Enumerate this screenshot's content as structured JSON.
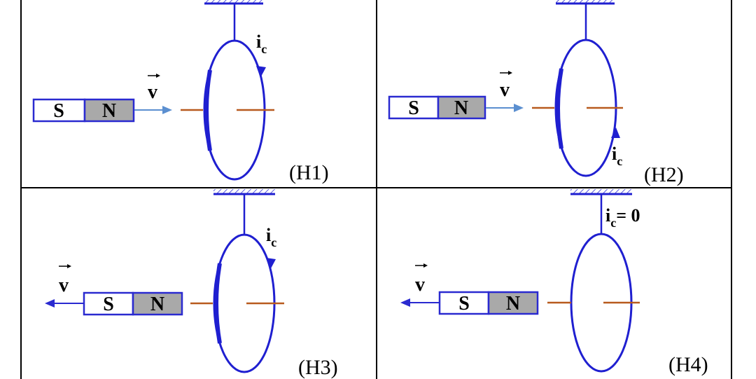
{
  "colors": {
    "ring": "#1f1fd0",
    "magnet_border": "#2a2ad0",
    "magnet_north_fill": "#a9a9a9",
    "magnet_south_fill": "#ffffff",
    "velocity_arrow": "#5b8fd0",
    "velocity_arrow_left": "#2a2ad0",
    "axis": "#b85a1e",
    "grid": "#000000",
    "support": "#1f1fd0"
  },
  "panels": [
    {
      "label": "(H1)",
      "magnet_south": "S",
      "magnet_north": "N",
      "velocity_symbol": "v",
      "velocity_direction": "right",
      "current_main": "i",
      "current_sub": "c",
      "current_suffix": "",
      "current_arrow": "down-right"
    },
    {
      "label": "(H2)",
      "magnet_south": "S",
      "magnet_north": "N",
      "velocity_symbol": "v",
      "velocity_direction": "right",
      "current_main": "i",
      "current_sub": "c",
      "current_suffix": "",
      "current_arrow": "up-right"
    },
    {
      "label": "(H3)",
      "magnet_south": "S",
      "magnet_north": "N",
      "velocity_symbol": "v",
      "velocity_direction": "left",
      "current_main": "i",
      "current_sub": "c",
      "current_suffix": "",
      "current_arrow": "down-right"
    },
    {
      "label": "(H4)",
      "magnet_south": "S",
      "magnet_north": "N",
      "velocity_symbol": "v",
      "velocity_direction": "left",
      "current_main": "i",
      "current_sub": "c",
      "current_suffix": "= 0",
      "current_arrow": "none"
    }
  ]
}
